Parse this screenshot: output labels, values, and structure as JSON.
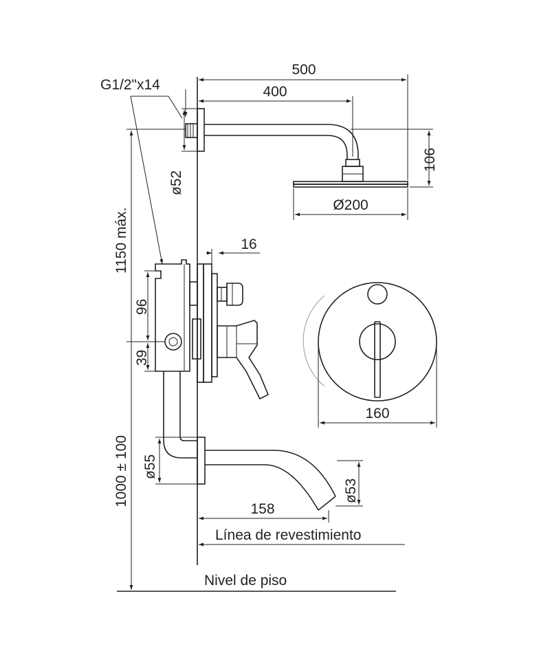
{
  "dimensions": {
    "shower_arm_total": "500",
    "shower_arm_reach": "400",
    "thread": "G1/2\"x14",
    "flange_diameter": "ø52",
    "head_height": "106",
    "head_diameter": "Ø200",
    "max_height": "1150 máx.",
    "plate_offset": "16",
    "valve_height": "96",
    "outlet_height": "39",
    "plate_diameter": "160",
    "spout_flange": "ø55",
    "spout_outlet": "ø53",
    "spout_reach": "158",
    "mount_height": "1000 ± 100"
  },
  "labels": {
    "wall_line": "Línea de revestimiento",
    "floor_level": "Nivel de piso"
  }
}
